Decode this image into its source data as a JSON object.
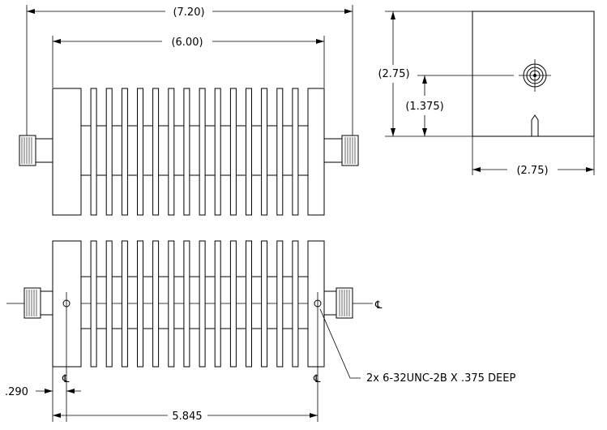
{
  "drawing": {
    "top_view": {
      "dim_overall": "(7.20)",
      "dim_body": "(6.00)",
      "fin_count": 14
    },
    "end_view": {
      "dim_height": "(2.75)",
      "dim_center": "(1.375)",
      "dim_width": "(2.75)"
    },
    "side_view": {
      "dim_offset": ".290",
      "dim_hole_spacing": "5.845",
      "hole_note": "2x 6-32UNC-2B X .375 DEEP",
      "centerline_symbol": "℄",
      "fin_count": 14
    }
  }
}
